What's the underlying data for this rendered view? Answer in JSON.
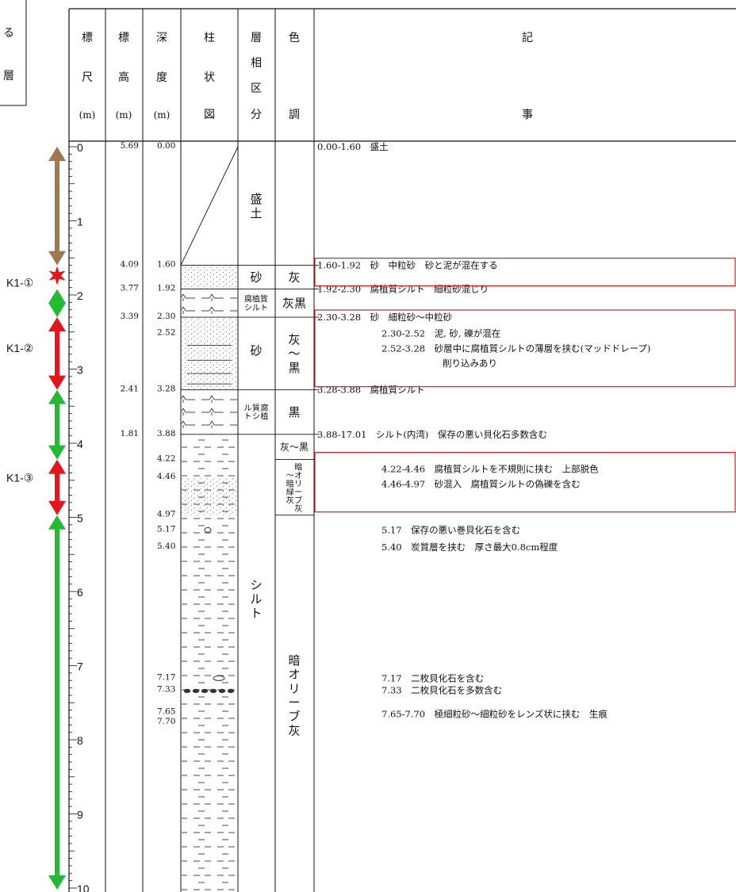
{
  "left_box": {
    "line1": "る",
    "line2": "層"
  },
  "headers": {
    "scale": [
      "標",
      "尺",
      "(m)"
    ],
    "elevation": [
      "標",
      "高",
      "(m)"
    ],
    "depth": [
      "深",
      "度",
      "(m)"
    ],
    "column": [
      "柱",
      "状",
      "図"
    ],
    "facies": [
      "層",
      "相",
      "区",
      "分"
    ],
    "color": [
      "色",
      "",
      "調"
    ],
    "notes": [
      "記",
      "事"
    ]
  },
  "scale": {
    "labels": [
      "0",
      "1",
      "2",
      "3",
      "4",
      "5",
      "6",
      "7",
      "8",
      "9",
      "10"
    ]
  },
  "elevations": [
    {
      "text": "5.69",
      "depth": 0.0
    },
    {
      "text": "4.09",
      "depth": 1.6
    },
    {
      "text": "3.77",
      "depth": 1.92
    },
    {
      "text": "3.39",
      "depth": 2.3
    },
    {
      "text": "2.41",
      "depth": 3.28
    },
    {
      "text": "1.81",
      "depth": 3.88
    }
  ],
  "depths": [
    {
      "text": "0.00",
      "depth": 0.0
    },
    {
      "text": "1.60",
      "depth": 1.6
    },
    {
      "text": "1.92",
      "depth": 1.92
    },
    {
      "text": "2.30",
      "depth": 2.3
    },
    {
      "text": "2.52",
      "depth": 2.52
    },
    {
      "text": "3.28",
      "depth": 3.28
    },
    {
      "text": "3.88",
      "depth": 3.88
    },
    {
      "text": "4.22",
      "depth": 4.22
    },
    {
      "text": "4.46",
      "depth": 4.46
    },
    {
      "text": "4.97",
      "depth": 4.97
    },
    {
      "text": "5.17",
      "depth": 5.17
    },
    {
      "text": "5.40",
      "depth": 5.4
    },
    {
      "text": "7.17",
      "depth": 7.17
    },
    {
      "text": "7.33",
      "depth": 7.33
    },
    {
      "text": "7.65",
      "depth": 7.65
    },
    {
      "text": "7.70",
      "depth": 7.7
    }
  ],
  "facies": [
    {
      "text": "盛土",
      "from": 0.0,
      "to": 1.6,
      "label_at": 0.8,
      "vertical": true
    },
    {
      "text": "砂",
      "from": 1.6,
      "to": 1.92,
      "label_at": 1.76,
      "vertical": false
    },
    {
      "text": "腐植質\nシルト",
      "from": 1.92,
      "to": 2.3,
      "label_at": 2.11,
      "vertical": false,
      "small": true
    },
    {
      "text": "砂",
      "from": 2.3,
      "to": 3.28,
      "label_at": 2.75,
      "vertical": false
    },
    {
      "text": "腐植質シルト",
      "from": 3.28,
      "to": 3.88,
      "label_at": 3.58,
      "vertical": "cols",
      "small": true
    },
    {
      "text": "シルト",
      "from": 3.88,
      "to": 10.2,
      "label_at": 6.1,
      "vertical": true
    }
  ],
  "colors": [
    {
      "text": "灰",
      "from": 1.6,
      "to": 1.92,
      "label_at": 1.76,
      "vertical": false
    },
    {
      "text": "灰黒",
      "from": 1.92,
      "to": 2.3,
      "label_at": 2.11,
      "vertical": false
    },
    {
      "text": "灰〜黒",
      "from": 2.3,
      "to": 3.28,
      "label_at": 2.79,
      "vertical": true
    },
    {
      "text": "黒",
      "from": 3.28,
      "to": 3.88,
      "label_at": 3.58,
      "vertical": false
    },
    {
      "text": "灰〜黒",
      "from": 3.88,
      "to": 4.22,
      "label_at": 4.05,
      "vertical": false,
      "small": true
    },
    {
      "text": "暗オリーブ灰〜暗緑灰",
      "from": 4.22,
      "to": 4.97,
      "label_at": 4.6,
      "vertical": "cols",
      "small": true
    },
    {
      "text": "暗オリーブ灰",
      "from": 4.97,
      "to": 10.2,
      "label_at": 7.4,
      "vertical": true
    }
  ],
  "notes": [
    {
      "text": "0.00-1.60　盛土",
      "depth": 0.0,
      "indent": 0
    },
    {
      "text": "1.60-1.92　砂　中粒砂　砂と泥が混在する",
      "depth": 1.6,
      "indent": 0
    },
    {
      "text": "1.92-2.30　腐植質シルト　細粒砂混じり",
      "depth": 1.92,
      "indent": 0
    },
    {
      "text": "2.30-3.28　砂　細粒砂〜中粒砂",
      "depth": 2.3,
      "indent": 0
    },
    {
      "text": "2.30-2.52　泥, 砂, 礫が混在",
      "depth": 2.52,
      "indent": 1
    },
    {
      "text": "2.52-3.28　砂層中に腐植質シルトの薄層を挟む(マッドドレープ)",
      "depth": 2.72,
      "indent": 1
    },
    {
      "text": "削り込みあり",
      "depth": 2.92,
      "indent": 2
    },
    {
      "text": "3.28-3.88　腐植質シルト",
      "depth": 3.28,
      "indent": 0
    },
    {
      "text": "3.88-17.01　シルト(内湾)　保存の悪い貝化石多数含む",
      "depth": 3.88,
      "indent": 0
    },
    {
      "text": "4.22-4.46　腐植質シルトを不規則に挟む　上部脱色",
      "depth": 4.35,
      "indent": 1
    },
    {
      "text": "4.46-4.97　砂混入　腐植質シルトの偽礫を含む",
      "depth": 4.55,
      "indent": 1
    },
    {
      "text": "5.17　保存の悪い巻貝化石を含む",
      "depth": 5.17,
      "indent": 1
    },
    {
      "text": "5.40　炭質層を挟む　厚さ最大0.8cm程度",
      "depth": 5.4,
      "indent": 1
    },
    {
      "text": "7.17　二枚貝化石を含む",
      "depth": 7.17,
      "indent": 1
    },
    {
      "text": "7.33　二枚貝化石を多数含む",
      "depth": 7.33,
      "indent": 1
    },
    {
      "text": "7.65-7.70　極細粒砂〜細粒砂をレンズ状に挟む　生痕",
      "depth": 7.65,
      "indent": 1
    }
  ],
  "highlights": [
    {
      "from": 1.6,
      "to": 1.92
    },
    {
      "from": 2.3,
      "to": 3.28
    },
    {
      "from": 4.22,
      "to": 4.97
    }
  ],
  "markers": [
    {
      "label": "K1-①",
      "depth": 1.92,
      "symbol": "star",
      "color": "#e8141b"
    },
    {
      "label": "K1-②",
      "depth": 2.8,
      "symbol": "none",
      "color": "#e8141b"
    },
    {
      "label": "K1-③",
      "depth": 4.55,
      "symbol": "none",
      "color": "#e8141b"
    }
  ],
  "arrows": [
    {
      "from": 0.0,
      "to": 1.6,
      "color": "#a07850"
    },
    {
      "from": 1.92,
      "to": 2.3,
      "color": "#22bb33"
    },
    {
      "from": 2.3,
      "to": 3.28,
      "color": "#e8141b"
    },
    {
      "from": 3.28,
      "to": 4.22,
      "color": "#22bb33"
    },
    {
      "from": 4.22,
      "to": 4.97,
      "color": "#e8141b"
    },
    {
      "from": 4.97,
      "to": 10.1,
      "color": "#22bb33"
    }
  ],
  "colors_palette": {
    "brown": "#a07850",
    "green": "#22bb33",
    "red": "#e8141b",
    "highlight": "#d42020"
  }
}
